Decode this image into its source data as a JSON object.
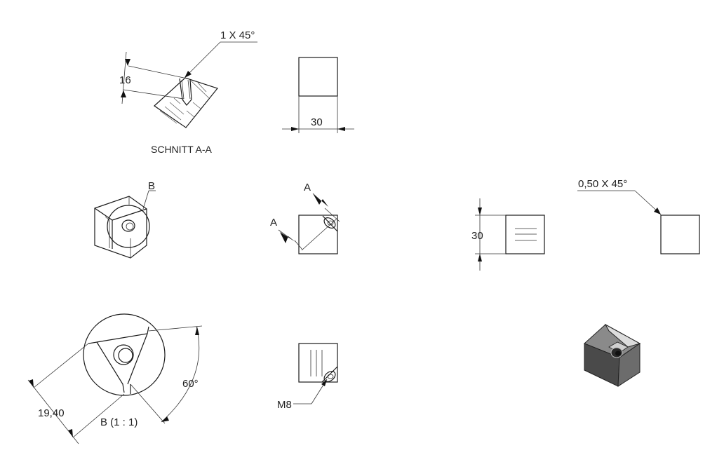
{
  "section": {
    "chamfer_callout": "1 X 45°",
    "depth_dim": "16",
    "title": "SCHNITT A-A"
  },
  "front_view": {
    "width_dim": "30"
  },
  "detail_marker": "B",
  "top_view": {
    "cut_label_top": "A",
    "cut_label_left": "A"
  },
  "side_view": {
    "height_dim": "30",
    "chamfer_callout": "0,50 X 45°"
  },
  "detail": {
    "radius_dim": "19,40",
    "angle_dim": "60°",
    "title": "B (1 : 1)"
  },
  "bottom_view": {
    "thread_callout": "M8"
  }
}
